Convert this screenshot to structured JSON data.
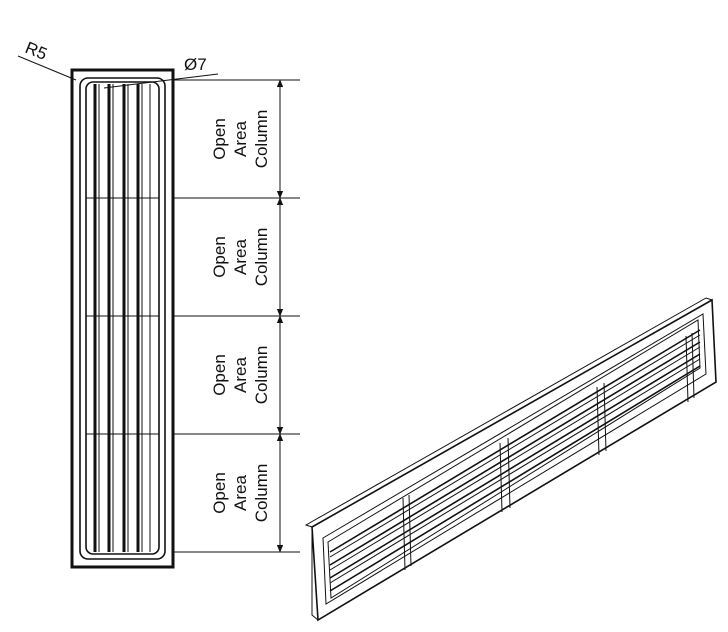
{
  "annotations": {
    "radius_label": "R5",
    "diameter_label": "Ø7"
  },
  "columns": [
    {
      "line1": "Open",
      "line2": "Area",
      "line3": "Column"
    },
    {
      "line1": "Open",
      "line2": "Area",
      "line3": "Column"
    },
    {
      "line1": "Open",
      "line2": "Area",
      "line3": "Column"
    },
    {
      "line1": "Open",
      "line2": "Area",
      "line3": "Column"
    }
  ]
}
